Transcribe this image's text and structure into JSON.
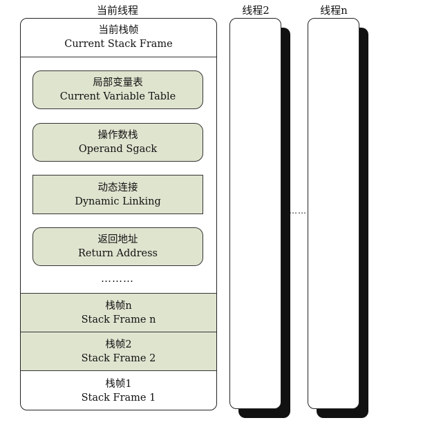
{
  "thread_current": {
    "title": "当前线程",
    "current_frame": {
      "zh": "当前栈帧",
      "en": "Current Stack Frame"
    },
    "items": [
      {
        "zh": "局部变量表",
        "en": "Current Variable Table"
      },
      {
        "zh": "操作数栈",
        "en": "Operand Sgack"
      },
      {
        "zh": "动态连接",
        "en": "Dynamic Linking"
      },
      {
        "zh": "返回地址",
        "en": "Return Address"
      }
    ],
    "ellipsis": "………",
    "frames": [
      {
        "zh": "栈帧n",
        "en": "Stack Frame n"
      },
      {
        "zh": "栈帧2",
        "en": "Stack Frame 2"
      },
      {
        "zh": "栈帧1",
        "en": "Stack Frame 1"
      }
    ]
  },
  "thread2": {
    "title": "线程2"
  },
  "thread_n": {
    "title": "线程n"
  },
  "between_threads_ellipsis": "……"
}
